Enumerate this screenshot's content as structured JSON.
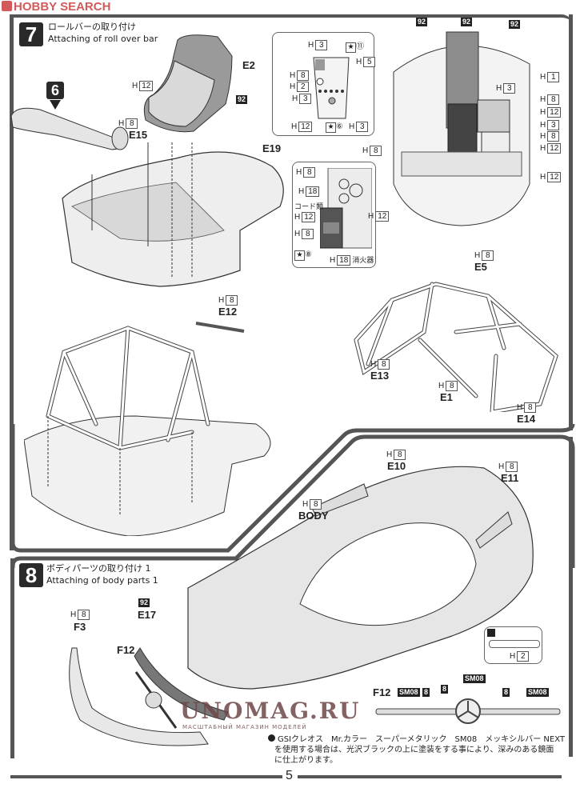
{
  "watermark_top": "HOBBY SEARCH",
  "watermark_bottom": "UNOMAG.RU",
  "watermark_bottom_sub": "МАСШТАБНЫЙ МАГАЗИН МОДЕЛЕЙ",
  "page_number": "5",
  "step7": {
    "number": "7",
    "title_jp": "ロールバーの取り付け",
    "title_en": "Attaching of roll over bar",
    "ref_step": "6",
    "labels": {
      "e2": "E2",
      "e15": "E15",
      "e19": "E19",
      "e12": "E12",
      "e5": "E5",
      "e13": "E13",
      "e1": "E1",
      "e14": "E14"
    },
    "seat_h": "12",
    "seat_color": "92",
    "e15_h": "8",
    "e12_h": "8",
    "e5_h": "8",
    "e13_h": "8",
    "e1_h": "8",
    "e14_h": "8",
    "panel_callout": {
      "h_prefix": "H",
      "items": [
        {
          "code": "3"
        },
        {
          "star_num": "⑪"
        },
        {
          "code": "5"
        },
        {
          "code": "8"
        },
        {
          "code": "2"
        },
        {
          "code": "3"
        },
        {
          "code": "12"
        },
        {
          "star_num": "⑥"
        },
        {
          "code": "3"
        }
      ]
    },
    "interior_top": {
      "color_codes": [
        "92",
        "92",
        "92"
      ],
      "codes": [
        "1",
        "3",
        "8",
        "12",
        "3",
        "8",
        "12",
        "8",
        "12"
      ]
    },
    "cord_callout": {
      "codes": [
        "8",
        "18",
        "12",
        "8",
        "12",
        "18"
      ],
      "cord_label": "コード類",
      "extinguisher_label": "消火器",
      "star_num": "⑧"
    }
  },
  "step8": {
    "number": "8",
    "title_jp": "ボディパーツの取り付け 1",
    "title_en": "Attaching of body parts 1",
    "labels": {
      "body": "BODY",
      "e10": "E10",
      "e11": "E11",
      "f3": "F3",
      "e17": "E17",
      "f12": "F12",
      "f12b": "F12"
    },
    "body_h": "8",
    "e10_h": "8",
    "e11_h": "8",
    "f3_h": "8",
    "e17_color": "92",
    "decal_h": "2",
    "grille_codes": [
      "SM08",
      "8",
      "8",
      "SM08",
      "8",
      "SM08"
    ],
    "note_line1": "GSIクレオス　Mr.カラー　スーパーメタリック　SM08　メッキシルバー NEXT",
    "note_line2": "を使用する場合は、光沢ブラックの上に塗装をする事により、深みのある鏡面",
    "note_line3": "に仕上がります。"
  },
  "h_prefix": "H"
}
